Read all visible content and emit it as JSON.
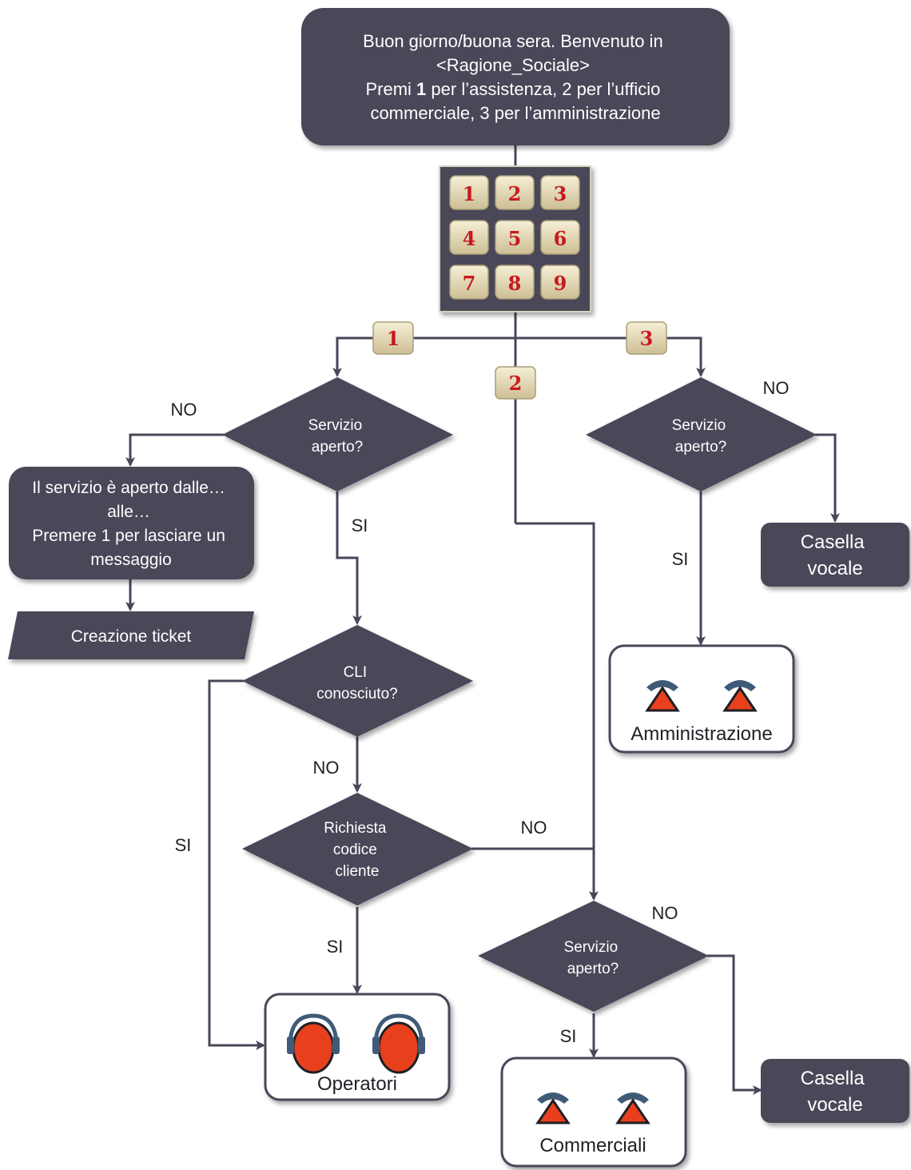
{
  "colors": {
    "node_fill": "#484658",
    "line": "#484658",
    "key_fill": "#e8dcb8",
    "key_text": "#c8191f",
    "accent": "#e8401c",
    "box_border": "#484658"
  },
  "welcome": {
    "line1": "Buon giorno/buona sera. Benvenuto in",
    "line2": "<Ragione_Sociale>",
    "line3_pre": "Premi ",
    "line3_bold": "1",
    "line3_post": " per l’assistenza, 2 per l’ufficio",
    "line4": "commerciale, 3 per l’amministrazione"
  },
  "keypad": {
    "keys": [
      "1",
      "2",
      "3",
      "4",
      "5",
      "6",
      "7",
      "8",
      "9"
    ]
  },
  "branches": {
    "one": "1",
    "two": "2",
    "three": "3"
  },
  "decisions": {
    "assist_open": {
      "line1": "Servizio",
      "line2": "aperto?"
    },
    "admin_open": {
      "line1": "Servizio",
      "line2": "aperto?"
    },
    "cli_known": {
      "line1": "CLI",
      "line2": "conosciuto?"
    },
    "ask_code": {
      "line1": "Richiesta",
      "line2": "codice",
      "line3": "cliente"
    },
    "sales_open": {
      "line1": "Servizio",
      "line2": "aperto?"
    }
  },
  "closed_message": {
    "line1": "Il servizio è aperto dalle…",
    "line2": "alle…",
    "line3": "Premere 1 per lasciare un",
    "line4": "messaggio"
  },
  "ticket": "Creazione ticket",
  "voicemail_admin": {
    "line1": "Casella",
    "line2": "vocale"
  },
  "voicemail_sales": {
    "line1": "Casella",
    "line2": "vocale"
  },
  "groups": {
    "admin": "Amministrazione",
    "operators": "Operatori",
    "sales": "Commerciali"
  },
  "labels": {
    "no_assist": "NO",
    "si_assist": "SI",
    "no_admin": "NO",
    "si_admin": "SI",
    "si_cli": "SI",
    "no_cli": "NO",
    "no_code": "NO",
    "si_code": "SI",
    "no_sales": "NO",
    "si_sales": "SI"
  }
}
